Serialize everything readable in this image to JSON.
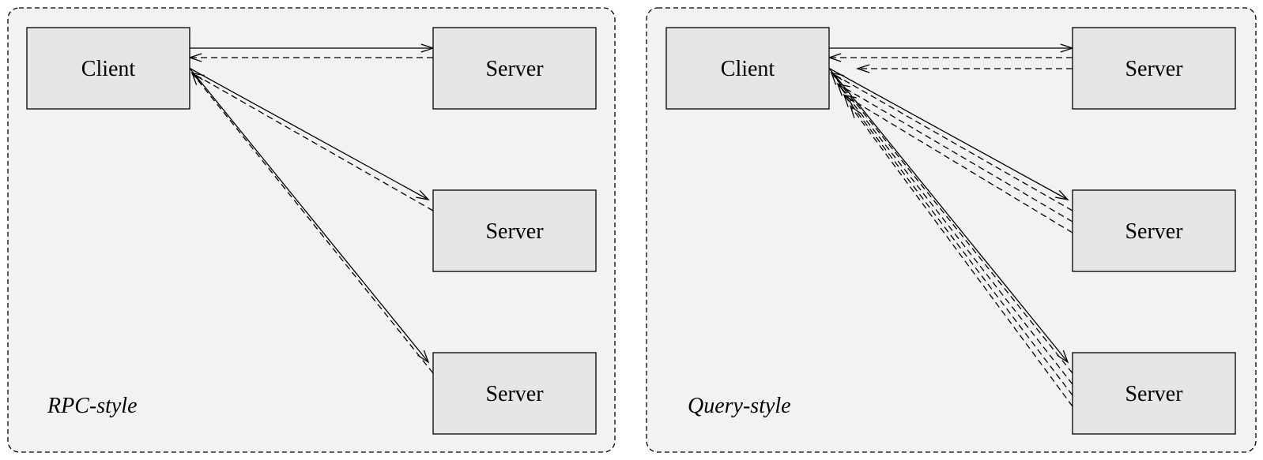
{
  "panels": [
    {
      "caption": "RPC-style",
      "client": {
        "label": "Client"
      },
      "servers": [
        {
          "label": "Server",
          "responses": 1
        },
        {
          "label": "Server",
          "responses": 1
        },
        {
          "label": "Server",
          "responses": 1
        }
      ]
    },
    {
      "caption": "Query-style",
      "client": {
        "label": "Client"
      },
      "servers": [
        {
          "label": "Server",
          "responses": 2
        },
        {
          "label": "Server",
          "responses": 3
        },
        {
          "label": "Server",
          "responses": 4
        }
      ]
    }
  ]
}
